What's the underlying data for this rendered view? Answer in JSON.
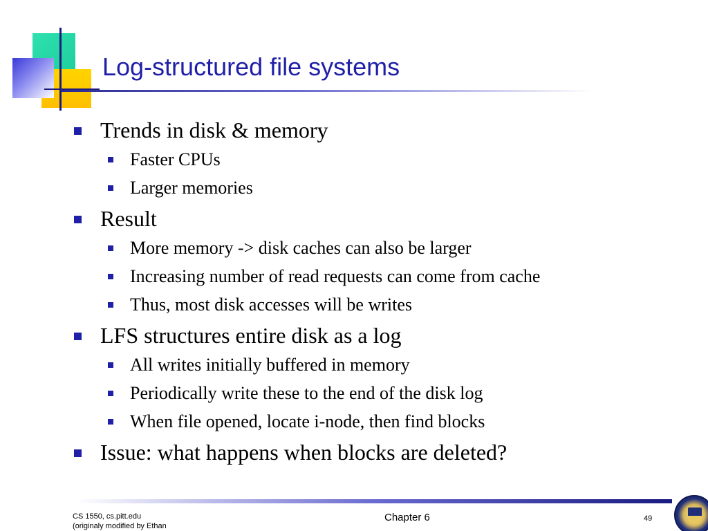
{
  "slide": {
    "title": "Log-structured file systems",
    "bullets": [
      {
        "text": "Trends in disk & memory",
        "sub": [
          "Faster CPUs",
          "Larger memories"
        ]
      },
      {
        "text": "Result",
        "sub": [
          "More memory -> disk caches can also be larger",
          "Increasing number of read requests can come from cache",
          "Thus, most disk accesses will be writes"
        ]
      },
      {
        "text": "LFS structures entire disk as a log",
        "sub": [
          "All writes initially buffered in memory",
          "Periodically write these to the end of the disk log",
          "When file opened, locate i-node, then find blocks"
        ]
      },
      {
        "text": "Issue: what happens when blocks are deleted?",
        "sub": []
      }
    ]
  },
  "footer": {
    "left_line1": "CS 1550, cs.pitt.edu",
    "left_line2": "(originaly modified by Ethan",
    "center": "Chapter 6",
    "page_number": "49"
  },
  "colors": {
    "title": "#1f1fa8",
    "bullet": "#1f1fa8",
    "accent_teal": "#1ecf9c",
    "accent_yellow": "#ffc800"
  },
  "icons": {
    "logo": "university-seal-icon"
  }
}
